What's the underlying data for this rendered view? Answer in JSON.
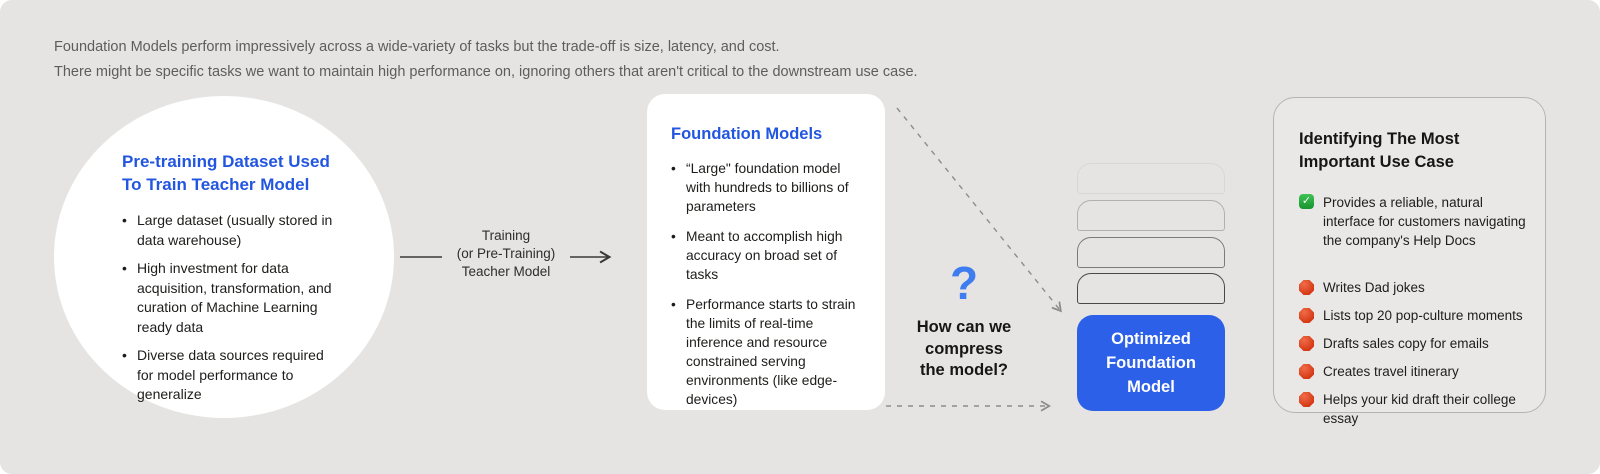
{
  "intro": {
    "line1": "Foundation Models perform impressively across a wide-variety of tasks but the trade-off is size, latency, and cost.",
    "line2": "There might be specific tasks we want to maintain high performance on, ignoring others that aren't critical to the downstream use case."
  },
  "teacher_circle": {
    "title_line1": "Pre-training Dataset Used",
    "title_line2": "To Train Teacher Model",
    "bullets": [
      "Large dataset (usually stored in data warehouse)",
      "High investment for data acquisition, transformation, and curation of Machine Learning ready data",
      "Diverse data sources required for model performance to generalize"
    ]
  },
  "training_arrow": {
    "label_line1": "Training",
    "label_line2": "(or Pre-Training)",
    "label_line3": "Teacher Model"
  },
  "foundation_card": {
    "title": "Foundation Models",
    "bullets": [
      "“Large\" foundation model with hundreds to billions of parameters",
      "Meant to accomplish high accuracy on broad set of tasks",
      "Performance starts to strain the limits of real-time inference and resource constrained serving environments (like edge-devices)"
    ]
  },
  "compress": {
    "mark": "?",
    "line1": "How can we",
    "line2": "compress",
    "line3": "the model?"
  },
  "optimized_box": {
    "line1": "Optimized",
    "line2": "Foundation",
    "line3": "Model"
  },
  "use_case_card": {
    "title_line1": "Identifying The Most",
    "title_line2": "Important Use Case",
    "check_icon": "check-icon",
    "check_glyph": "✓",
    "check_item": "Provides a reliable, natural interface for customers navigating the company's Help Docs",
    "stop_icon": "stop-icon",
    "stop_items": [
      "Writes Dad jokes",
      "Lists top 20 pop-culture moments",
      "Drafts sales copy for emails",
      "Creates travel itinerary",
      "Helps your kid draft their college essay"
    ]
  },
  "colors": {
    "background": "#e5e4e2",
    "heading_blue": "#2356e0",
    "optimized_box_blue": "#2c60e8",
    "question_blue": "#3e7df0",
    "check_green": "#18952e",
    "stop_red": "#d63a17",
    "dashed_arrow_gray": "#8e8c8a"
  }
}
